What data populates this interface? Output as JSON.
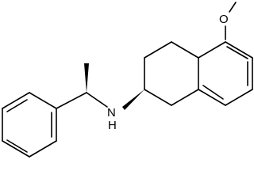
{
  "molecule": {
    "atom_labels": {
      "oxygen": "O",
      "nitrogen": "N",
      "hydrogen": "H"
    }
  }
}
